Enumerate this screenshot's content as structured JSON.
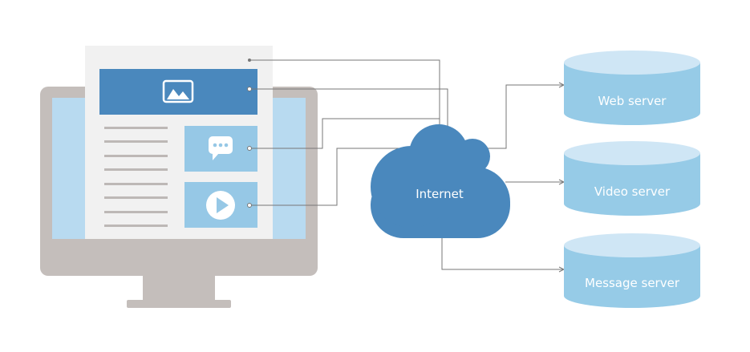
{
  "diagram": {
    "cloud_label": "Internet",
    "servers": [
      {
        "label": "Web server"
      },
      {
        "label": "Video server"
      },
      {
        "label": "Message server"
      }
    ]
  },
  "colors": {
    "monitor_frame": "#c4bebb",
    "monitor_screen": "#b8daf0",
    "page": "#f1f1f1",
    "content_blue": "#4a88bd",
    "widget_light": "#96c8e6",
    "cloud": "#4a88bd",
    "server_body": "#96cbe7",
    "server_top": "#cfe6f5",
    "connector": "#777777",
    "text_lines": "#bdb8b6"
  },
  "icons": [
    "image-icon",
    "chat-icon",
    "play-icon",
    "cloud-icon",
    "database-icon"
  ]
}
